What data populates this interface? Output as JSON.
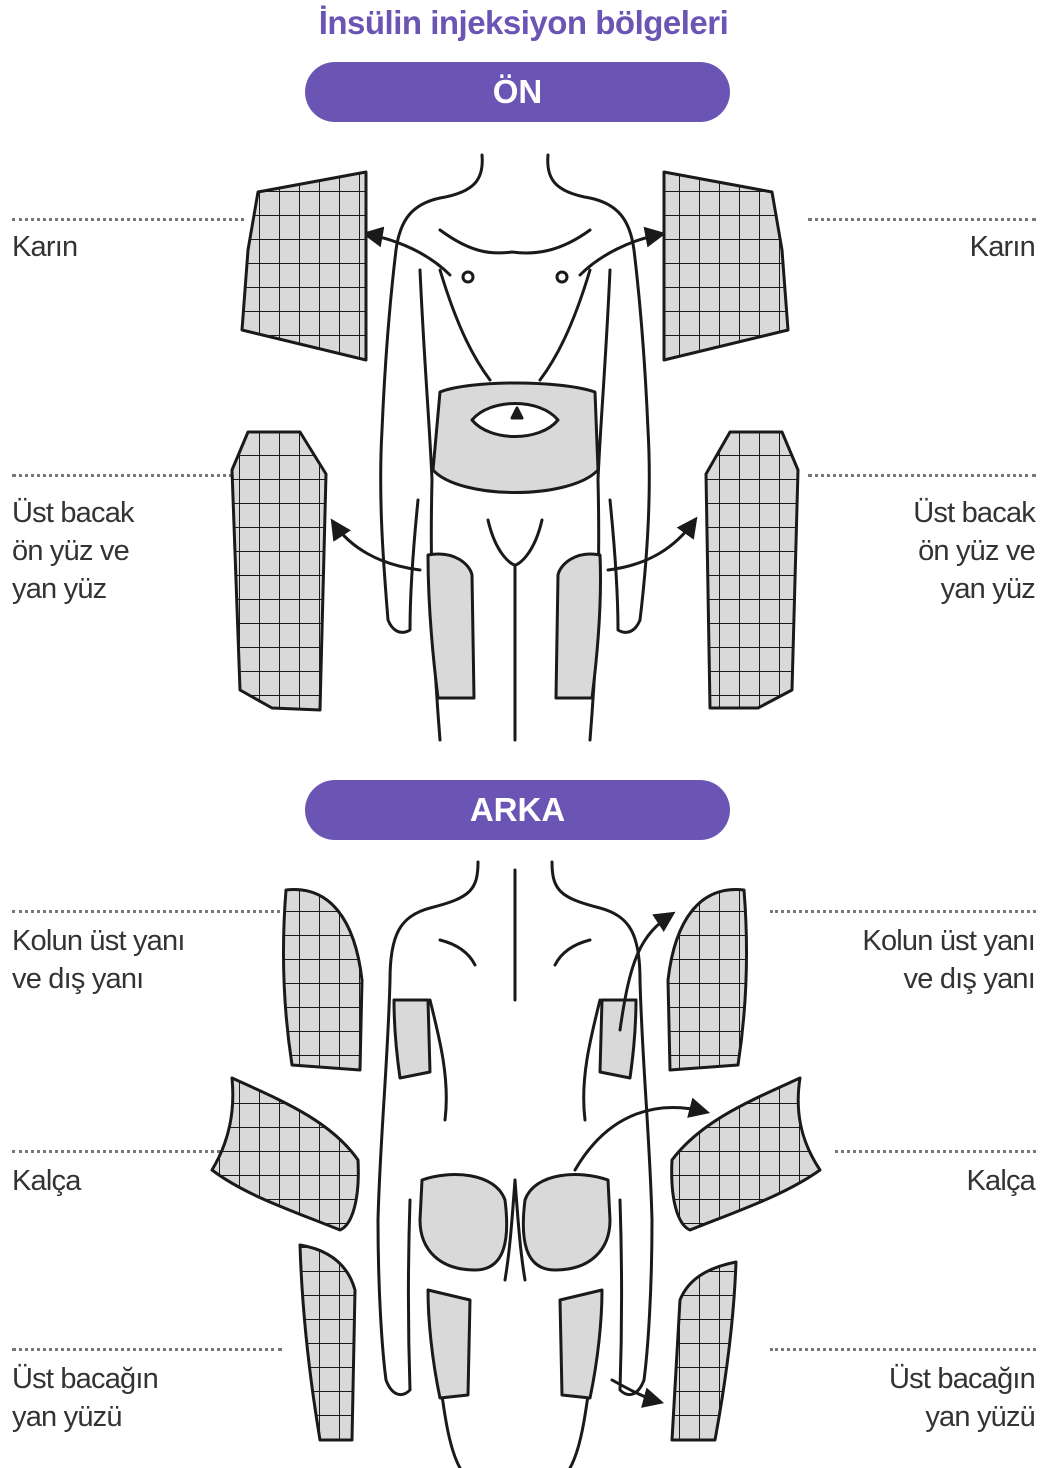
{
  "title": "İnsülin injeksiyon bölgeleri",
  "front": {
    "heading": "ÖN",
    "labels": {
      "abdomen_left": "Karın",
      "abdomen_right": "Karın",
      "thigh_left": "Üst bacak\nön yüz ve\nyan yüz",
      "thigh_right": "Üst bacak\nön yüz ve\nyan yüz"
    }
  },
  "back": {
    "heading": "ARKA",
    "labels": {
      "arm_left": "Kolun üst yanı\nve dış yanı",
      "arm_right": "Kolun üst yanı\nve dış yanı",
      "hip_left": "Kalça",
      "hip_right": "Kalça",
      "leg_left": "Üst bacağın\nyan yüzü",
      "leg_right": "Üst bacağın\nyan yüzü"
    }
  },
  "colors": {
    "accent": "#6a55b5",
    "zone_fill": "#d9d9d9",
    "outline": "#1a1a1a"
  }
}
